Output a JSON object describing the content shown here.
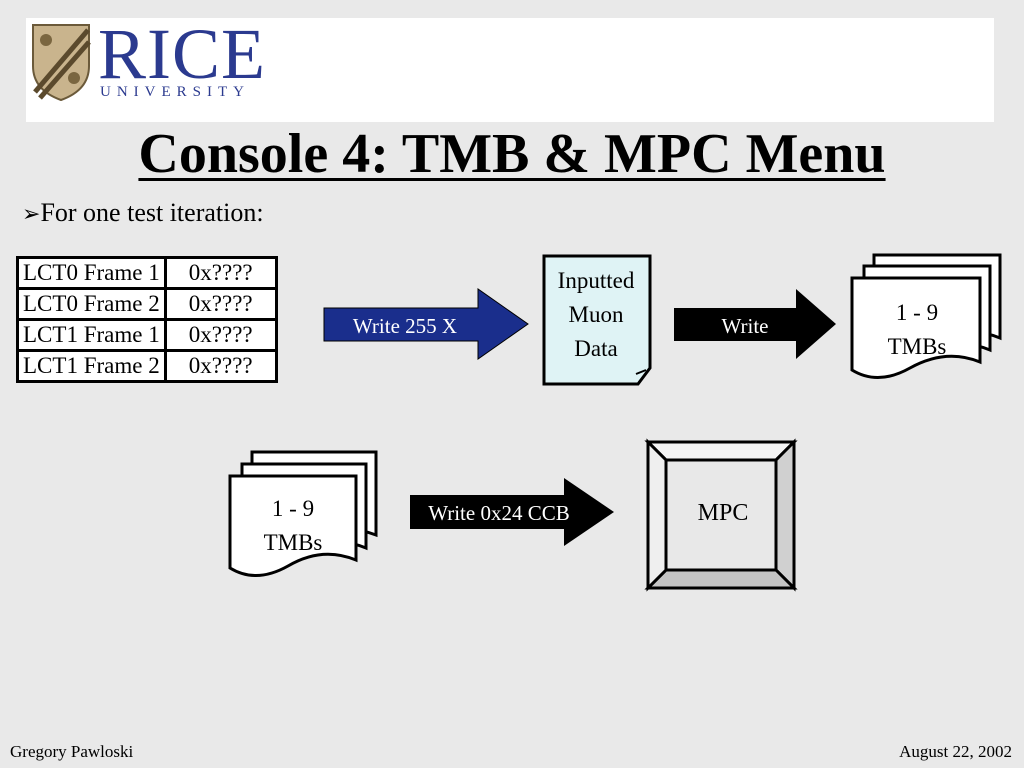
{
  "logo": {
    "name": "RICE",
    "subtitle": "UNIVERSITY"
  },
  "title": "Console 4: TMB & MPC Menu",
  "bullet": {
    "marker": "➢",
    "text": "For one test iteration:"
  },
  "register_table": [
    {
      "label": "LCT0 Frame 1",
      "value": "0x????"
    },
    {
      "label": "LCT0 Frame 2",
      "value": "0x????"
    },
    {
      "label": "LCT1 Frame 1",
      "value": "0x????"
    },
    {
      "label": "LCT1 Frame 2",
      "value": "0x????"
    }
  ],
  "flow1": {
    "arrow1_label": "Write 255 X",
    "document_lines": [
      "Inputted",
      "Muon",
      "Data"
    ],
    "arrow2_label": "Write",
    "tmbs_lines": [
      "1 - 9",
      "TMBs"
    ]
  },
  "flow2": {
    "tmbs_lines": [
      "1 - 9",
      "TMBs"
    ],
    "arrow_label": "Write 0x24 CCB",
    "mpc_label": "MPC"
  },
  "colors": {
    "background": "#e9e9e9",
    "arrow_write255": "#1a2e8c",
    "arrow_black": "#000000",
    "document_fill": "#dff3f5",
    "rice_blue": "#2b3a8f"
  },
  "footer": {
    "author": "Gregory Pawloski",
    "date": "August 22, 2002"
  }
}
